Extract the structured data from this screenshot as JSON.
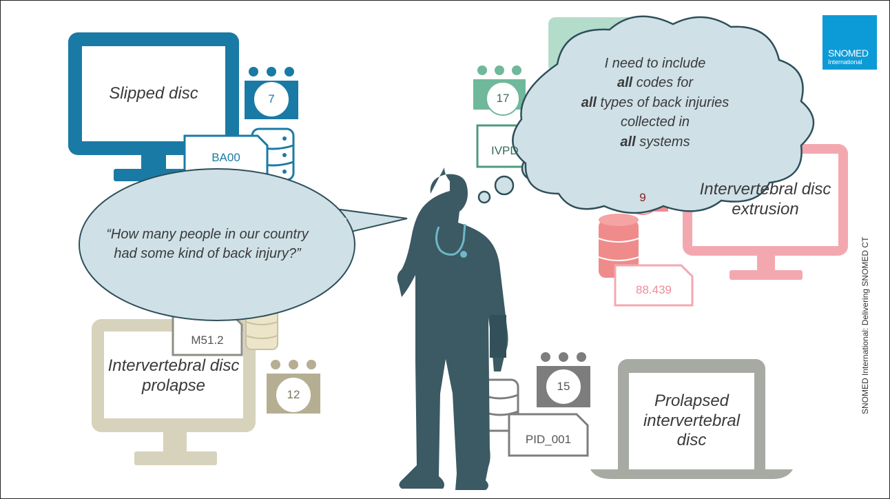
{
  "logo": {
    "name": "SNOMED",
    "subtitle": "International"
  },
  "footer": "SNOMED International:  Delivering SNOMED CT",
  "systems": [
    {
      "id": "slipped",
      "label": "Slipped disc",
      "count": "7",
      "code": "BA00",
      "color": "#1a7aa6",
      "icon": "desktop-monitor"
    },
    {
      "id": "ivpd",
      "label": "",
      "count": "17",
      "code": "IVPD",
      "color": "#4e9a7e",
      "icon": "desktop-monitor"
    },
    {
      "id": "extrusion",
      "label": "Intervertebral disc extrusion",
      "count": "9",
      "code": "88.439",
      "color": "#f3a8b0",
      "icon": "desktop-monitor"
    },
    {
      "id": "prolapse",
      "label": "Intervertebral disc prolapse",
      "count": "12",
      "code": "M51.2",
      "color": "#d7d2bb",
      "icon": "desktop-monitor"
    },
    {
      "id": "prolapsed",
      "label": "Prolapsed intervertebral disc",
      "count": "15",
      "code": "PID_001",
      "color": "#a6aaa3",
      "icon": "laptop"
    }
  ],
  "speech": "“How many people in our country had some kind of back injury?”",
  "thought": {
    "line1": "I need to include",
    "line2_bold": "all",
    "line2_rest": " codes for",
    "line3_bold": "all",
    "line3_rest": " types of back injuries",
    "line4": "collected in",
    "line5_bold": "all",
    "line5_rest": " systems"
  },
  "figure": {
    "icon": "doctor-silhouette",
    "color": "#3b5a63"
  }
}
